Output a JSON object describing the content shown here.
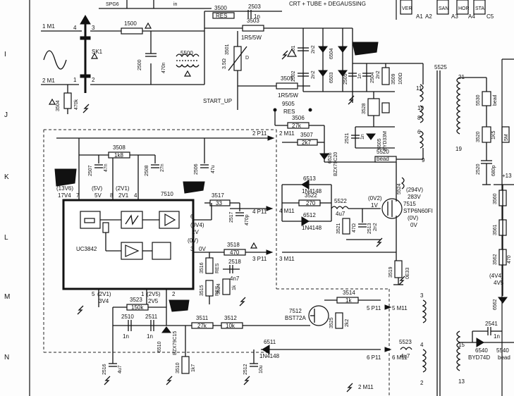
{
  "header": {
    "spg": "SPG6",
    "in": "in",
    "block_title": "CRT + TUBE + DEGAUSSING",
    "col_ver": "VER",
    "col_san": "SAN",
    "col_hor": "HOR",
    "col_sta": "STA",
    "a1": "A1",
    "a2": "A2",
    "a3": "A3",
    "a4": "A4",
    "c5": "C5"
  },
  "rows": [
    "I",
    "J",
    "K",
    "L",
    "M",
    "N"
  ],
  "mains": {
    "in1": "1 M1",
    "in2": "2 M1",
    "sk1": "SK1",
    "sk_pins": [
      "4",
      "3",
      "1",
      "2"
    ],
    "fuse": "1500",
    "c2500": "2500",
    "c2500_val": "470n",
    "choke": "5500",
    "c3504": "3504",
    "c3504_val": "470k"
  },
  "start": {
    "r3500": "3500",
    "r3500_val": "RES",
    "c2503": "2503",
    "c2503_val": "1n",
    "r3503": "3503",
    "r3503_val": "1R5/5W",
    "ntc3501": "3501",
    "ntc3501_val": "3.5Ω",
    "ntc3501_pin": "D",
    "r3505": "3505",
    "r3505_val": "1R5/5W",
    "r9505": "9505",
    "r9505_val": "RES",
    "start_up": "START_UP"
  },
  "bridge": {
    "caps": [
      "2501",
      "2502"
    ],
    "cap_vals": [
      "2n2",
      "2n2"
    ],
    "diodes": [
      "6504",
      "6503",
      "6501",
      "6502"
    ],
    "c2505": "2505",
    "c2505_val": "1n",
    "c2504": "2504",
    "c2504_val": "2n2",
    "c3509": "3509",
    "c3509_val": "100Ω",
    "r3528": "3528",
    "c2521": "2521",
    "c2521_val": "1n",
    "d6505": "6505",
    "d6505_type": "BYD33M",
    "r5525": "5525"
  },
  "controller": {
    "ic": "7510",
    "ic_type": "UC3842",
    "r3508": "3508",
    "r3508_val": "1k8",
    "c2507": "2507",
    "c2507_val": "47n",
    "c2508": "2508",
    "c2508_val": "27n",
    "pin7": "(13V6)\n17V4",
    "pin7_top": "(13V6)",
    "pin7_bot": "17V4",
    "pin8_top": "(5V)",
    "pin8_bot": "5V",
    "pin4_top": "(2V1)",
    "pin4_bot": "2V1",
    "pin_nums": [
      "7",
      "8",
      "4",
      "6",
      "3",
      "2",
      "5",
      "1"
    ],
    "pin6_top": "(0V4)",
    "pin6_bot": "2V",
    "pin3_top": "(0V)",
    "pin3_bot": "0V",
    "pin5_top": "(2V1)",
    "pin5_bot": "3V4",
    "pin2_top": "(2V5)",
    "pin2_bot": "2V5"
  },
  "gate": {
    "c2506": "2506",
    "c2506_val": "47u",
    "r3517": "3517",
    "r3517_val": "33",
    "c2517": "2517",
    "c2517_val": "470p",
    "p4": "4 P11",
    "r3518": "3518",
    "r3518_val": "470",
    "p3": "3 P11",
    "c2518": "2518",
    "c2518_val": "4n7",
    "r3516": "3516",
    "r3516_val": "RES",
    "r3515": "3515",
    "r3515_val": "RES",
    "r3524": "3524",
    "r3524_val": "1k"
  },
  "protect": {
    "r3506": "3506",
    "r3506_val": "27k",
    "p2": "2 P11",
    "r3507": "3507",
    "r3507_val": "2k7",
    "m2": "2 M11",
    "d6526": "6526",
    "d6526_type": "BZX79C20",
    "l5520": "5520",
    "l5520_val": "bead"
  },
  "switch": {
    "d6513": "6513",
    "d6513_type": "1N4148",
    "r3522": "3522",
    "r3522_val": "270",
    "d6512": "6512",
    "d6512_type": "1N4148",
    "l5522": "5522",
    "l5522_val": "4u7",
    "m4": "4 M11",
    "r3521": "3521",
    "r3521_val": "47Ω",
    "c2513": "2513",
    "c2513_val": "2n2",
    "v_gate_top": "(0V2)",
    "v_gate_bot": "1V",
    "v_drain_top": "(294V)",
    "v_drain_bot": "283V",
    "t7515": "7515",
    "t7515_type": "STP6N60FI",
    "v_src_top": "(0V)",
    "v_src_bot": "0V",
    "l5524": "5524",
    "m3": "3 M11",
    "r3519": "3519",
    "r3519_val": "0E33"
  },
  "feedback": {
    "r3523": "3523",
    "r3523_val": "150k",
    "c2510": "2510",
    "c2510_val": "1n",
    "c2511": "2511",
    "c2511_val": "1n",
    "d6510": "6510",
    "d6510_type": "BZX79C15",
    "r3511": "3511",
    "r3511_val": "27k",
    "r3512": "3512",
    "r3512_val": "10k",
    "t7512": "7512",
    "t7512_type": "BST72A",
    "r3514": "3514",
    "r3514_val": "1k",
    "p5": "5 P11",
    "m5": "5 M11",
    "p6": "6 P11",
    "m6": "6 M11",
    "r3525": "3525",
    "r3525_val": "2k2",
    "d6511": "6511",
    "d6511_type": "1N4148",
    "c2516": "2516",
    "c2516_val": "4u7",
    "r3510": "3510",
    "r3510_val": "1k7",
    "c2512": "2512",
    "c2512_val": "10u",
    "l5523": "5523",
    "l5523_val": "4u7",
    "m2b": "2 M11"
  },
  "transformer": {
    "pins": [
      "11",
      "10",
      "8",
      "6",
      "9",
      "3",
      "4",
      "2"
    ],
    "p21": "21",
    "p19": "19",
    "c5530": "5530",
    "c5530_val": "bead",
    "r3520": "3520",
    "r3520_val": "1K5",
    "c2520": "2520",
    "c2520_val": "680p",
    "d6520": "5M",
    "plus13": "+13",
    "r3560": "3560",
    "r3561": "3561",
    "r3562": "3562",
    "r3562_val": "470",
    "v4v5_top": "(4V4)",
    "v4v5_bot": "4V5",
    "d6562": "6562",
    "c2541": "2541",
    "c2541_val": "1n",
    "d6540": "6540",
    "d6540_type": "BYD74D",
    "l5540": "5540",
    "l5540_val": "bead",
    "p15": "15",
    "p13": "13"
  }
}
